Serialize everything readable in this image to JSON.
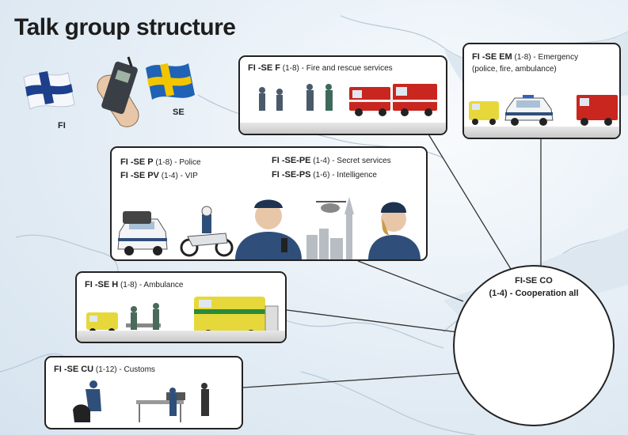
{
  "title": "Talk group structure",
  "flags": {
    "fi": "FI",
    "se": "SE"
  },
  "groups": {
    "fire": {
      "code": "FI -SE F",
      "range": "(1-8)",
      "desc": " - Fire and rescue services"
    },
    "emergency": {
      "code": "FI -SE EM",
      "range": "(1-8)",
      "desc": " - Emergency",
      "desc2": "(police, fire, ambulance)"
    },
    "police": {
      "code": "FI -SE P",
      "range": "(1-8)",
      "desc": " - Police"
    },
    "vip": {
      "code": "FI -SE PV",
      "range": "(1-4)",
      "desc": " - VIP"
    },
    "secret": {
      "code": "FI -SE-PE",
      "range": "(1-4)",
      "desc": " - Secret services"
    },
    "intel": {
      "code": "FI -SE-PS",
      "range": "(1-6)",
      "desc": " - Intelligence"
    },
    "ambulance": {
      "code": "FI -SE H",
      "range": "(1-8)",
      "desc": " - Ambulance"
    },
    "customs": {
      "code": "FI -SE CU",
      "range": "(1-12)",
      "desc": " - Customs"
    }
  },
  "hub": {
    "line1": "FI-SE CO",
    "line2": "(1-4) - Cooperation all"
  },
  "colors": {
    "fire_red": "#c8261f",
    "police_blue": "#2f4f7a",
    "ambulance_yellow": "#e6d83a",
    "finland_blue": "#1d3f8c",
    "sweden_blue": "#1f62b6",
    "sweden_yellow": "#f2c500",
    "map_lines": "#b7c8d8"
  }
}
